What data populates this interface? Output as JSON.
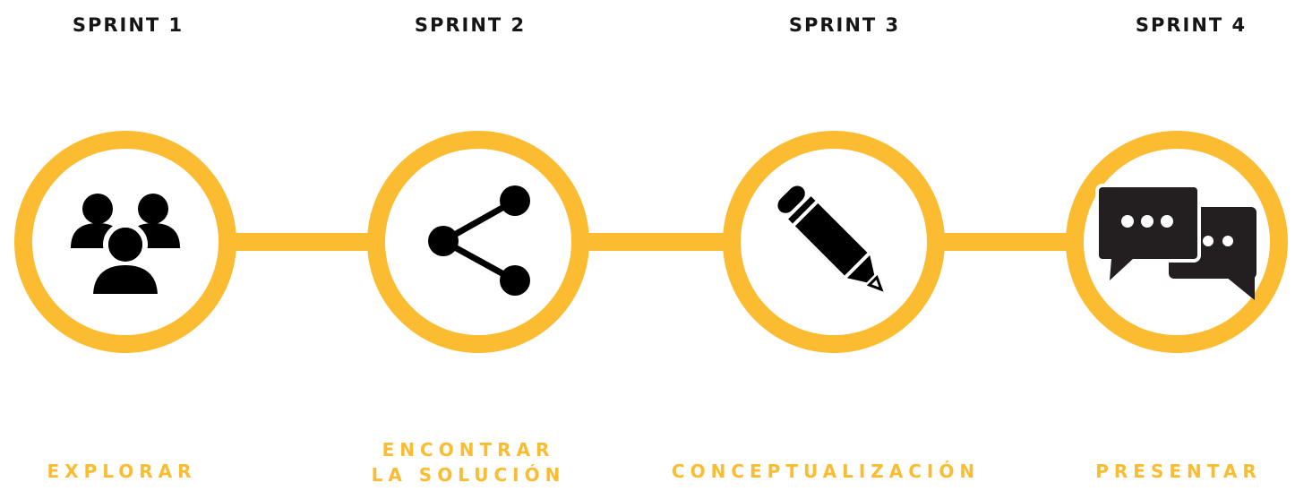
{
  "accent_color": "#fbbc32",
  "icon_color": "#000000",
  "text_color": "#161616",
  "steps": [
    {
      "sprint": "SPRINT 1",
      "phase_lines": [
        "EXPLORAR"
      ],
      "icon": "people-group-icon"
    },
    {
      "sprint": "SPRINT 2",
      "phase_lines": [
        "ENCONTRAR",
        "LA SOLUCIÓN"
      ],
      "icon": "share-icon"
    },
    {
      "sprint": "SPRINT 3",
      "phase_lines": [
        "CONCEPTUALIZACIÓN"
      ],
      "icon": "pencil-icon"
    },
    {
      "sprint": "SPRINT 4",
      "phase_lines": [
        "PRESENTAR"
      ],
      "icon": "chat-bubbles-icon"
    }
  ]
}
